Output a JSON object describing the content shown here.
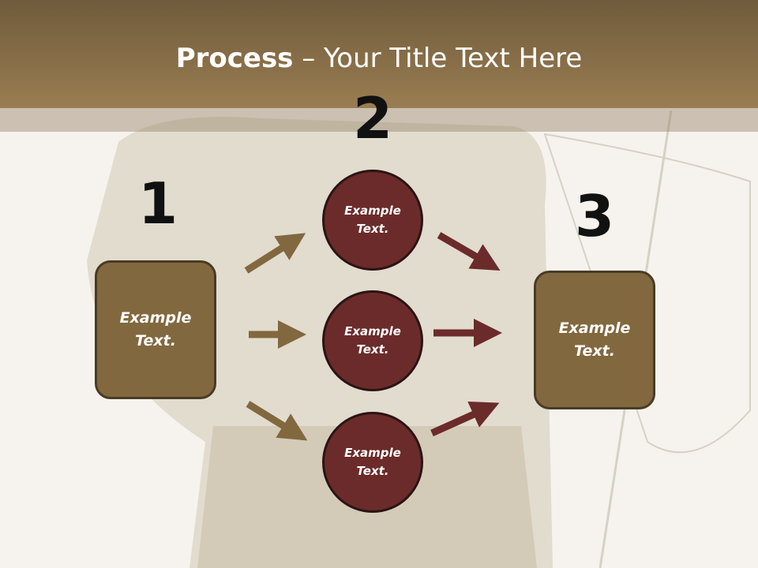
{
  "title": {
    "bold": "Process",
    "rest": " – Your Title Text Here"
  },
  "numbers": {
    "n1": "1",
    "n2": "2",
    "n3": "3"
  },
  "left_box": {
    "text_line1": "Example",
    "text_line2": "Text."
  },
  "circles": [
    {
      "text_line1": "Example",
      "text_line2": "Text."
    },
    {
      "text_line1": "Example",
      "text_line2": "Text."
    },
    {
      "text_line1": "Example",
      "text_line2": "Text."
    }
  ],
  "right_box": {
    "text_line1": "Example",
    "text_line2": "Text."
  },
  "colors": {
    "header": "#8a6f48",
    "box": "#82683f",
    "circle": "#6b2b2a",
    "arrow_brown": "#82683f",
    "arrow_maroon": "#6b2b2a"
  }
}
